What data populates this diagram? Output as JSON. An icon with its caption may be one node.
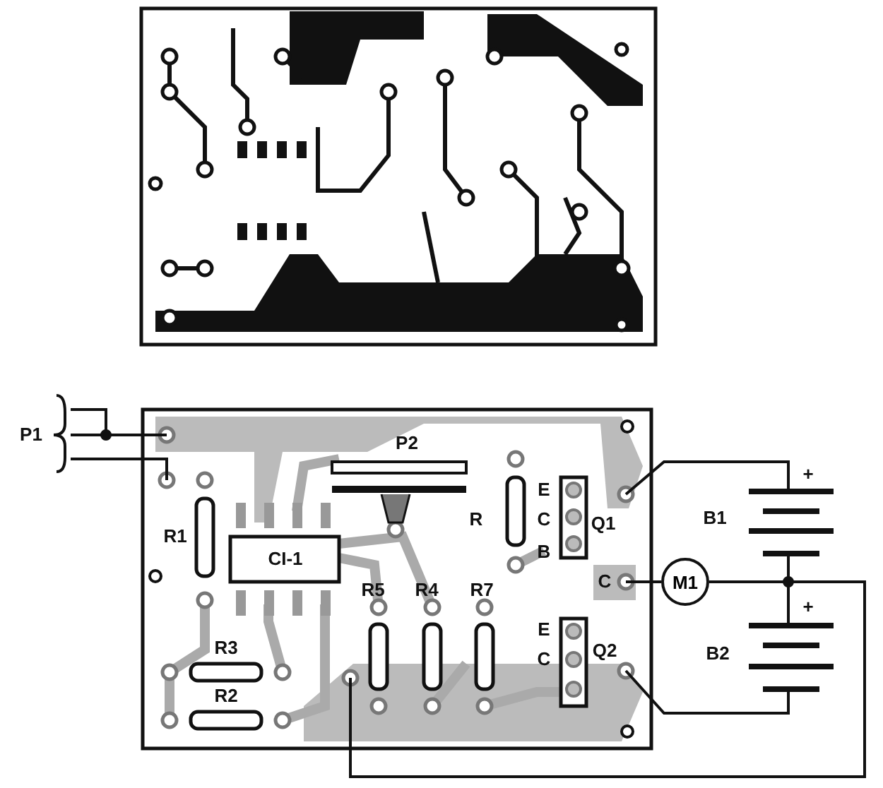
{
  "diagram": {
    "nodes": [
      {
        "text": [
          "M1"
        ]
      }
    ],
    "labels": [
      "P1",
      "P2",
      "+",
      "E",
      "B1",
      "R",
      "C",
      "Q1",
      "R1",
      "CI-1",
      "B",
      "C",
      "R5",
      "R4",
      "R7",
      "+",
      "E",
      "C",
      "Q2",
      "B2",
      "R3",
      "R2"
    ]
  }
}
